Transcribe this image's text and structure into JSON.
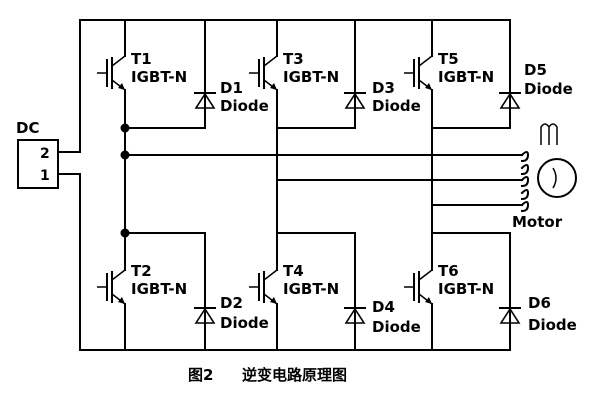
{
  "caption": {
    "figure_no": "图2",
    "title": "逆变电路原理图"
  },
  "dc_source": {
    "label": "DC",
    "pin_top": "2",
    "pin_bottom": "1"
  },
  "motor": {
    "label": "Motor"
  },
  "switches": [
    {
      "id": "T1",
      "type": "IGBT-N"
    },
    {
      "id": "T3",
      "type": "IGBT-N"
    },
    {
      "id": "T5",
      "type": "IGBT-N"
    },
    {
      "id": "T2",
      "type": "IGBT-N"
    },
    {
      "id": "T4",
      "type": "IGBT-N"
    },
    {
      "id": "T6",
      "type": "IGBT-N"
    }
  ],
  "diodes": [
    {
      "id": "D1",
      "type": "Diode"
    },
    {
      "id": "D3",
      "type": "Diode"
    },
    {
      "id": "D5",
      "type": "Diode"
    },
    {
      "id": "D2",
      "type": "Diode"
    },
    {
      "id": "D4",
      "type": "Diode"
    },
    {
      "id": "D6",
      "type": "Diode"
    }
  ]
}
